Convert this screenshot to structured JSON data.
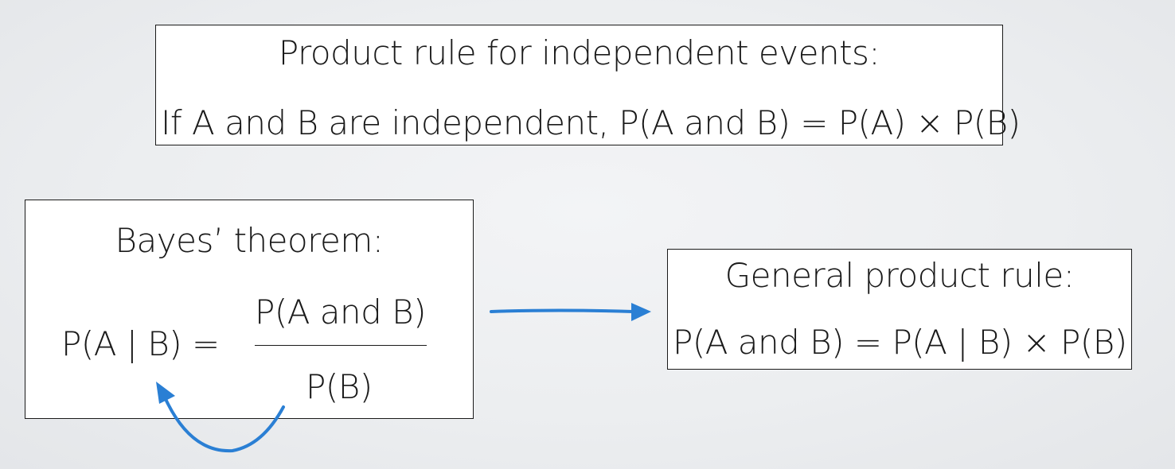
{
  "product_rule": {
    "title": "Product rule for independent events:",
    "formula": "If A and B are independent, P(A and B) = P(A) × P(B)"
  },
  "bayes": {
    "title": "Bayes’ theorem:",
    "lhs": "P(A | B) =",
    "numerator": "P(A and B)",
    "denominator": "P(B)"
  },
  "general_product_rule": {
    "title": "General product rule:",
    "formula": "P(A and B) = P(A | B) × P(B)"
  },
  "colors": {
    "arrow": "#2a7fd4",
    "border": "#1a1a1a",
    "text": "#1a1a1a"
  },
  "icons": [
    "right-arrow-icon",
    "curved-arrow-icon"
  ]
}
